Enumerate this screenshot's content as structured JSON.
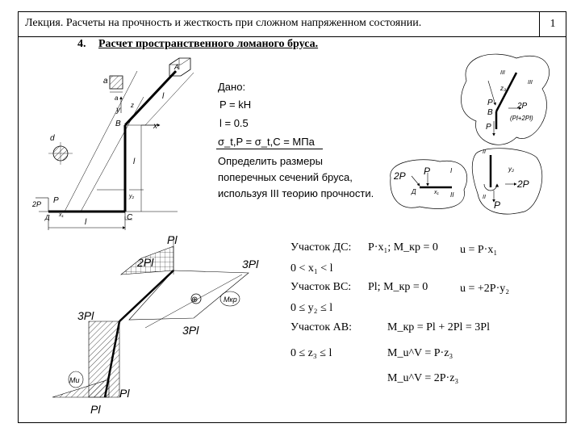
{
  "header": {
    "title": "Лекция. Расчеты на прочность и жесткость при сложном напряженном состоянии.",
    "page_number": "1"
  },
  "section": {
    "number": "4.",
    "title": "Расчет пространственного ломаного бруса."
  },
  "given": {
    "heading": "Дано:",
    "p_line": "P = kH",
    "l_line": "l = 0.5",
    "sigma_line": "σ_t,P = σ_t,C = MПа",
    "task_line1": "Определить размеры",
    "task_line2": "поперечных сечений бруса,",
    "task_line3": "используя III теорию прочности."
  },
  "sections": [
    {
      "label": "Участок ДС:",
      "eq": "P·x₁; M_кр = 0",
      "range": "0 < x₁ < l",
      "extra": "u = P·x₁"
    },
    {
      "label": "Участок ВС:",
      "eq": "Pl; M_кр = 0",
      "range": "0 ≤ y₂ ≤ l",
      "extra": "u = +2P·y₂"
    },
    {
      "label": "Участок АВ:",
      "eq": "M_кр = Pl + 2Pl = 3Pl",
      "range": "0 ≤ z₃ ≤ l",
      "extra": ""
    }
  ],
  "ab_formulas": {
    "f1": "M_u^V = P·z₃",
    "f2": "M_u^V = 2P·z₃"
  },
  "diagram_labels": {
    "a_top": "a",
    "a_under": "a",
    "d": "d",
    "A": "A",
    "B": "B",
    "C": "C",
    "D": "Д",
    "x": "x",
    "y": "y",
    "z": "z",
    "l": "l",
    "P": "P",
    "twoP": "2P",
    "x1": "x₁",
    "y2": "y₂",
    "z3": "z₃",
    "I": "I",
    "II": "II",
    "III": "III",
    "Pl": "Pl",
    "twoPl": "2Pl",
    "threePl": "3Pl",
    "Pl2P": "(Pl+2Pl)",
    "Mkp": "Mкр",
    "Mu": "Mu",
    "plus": "⊕"
  }
}
